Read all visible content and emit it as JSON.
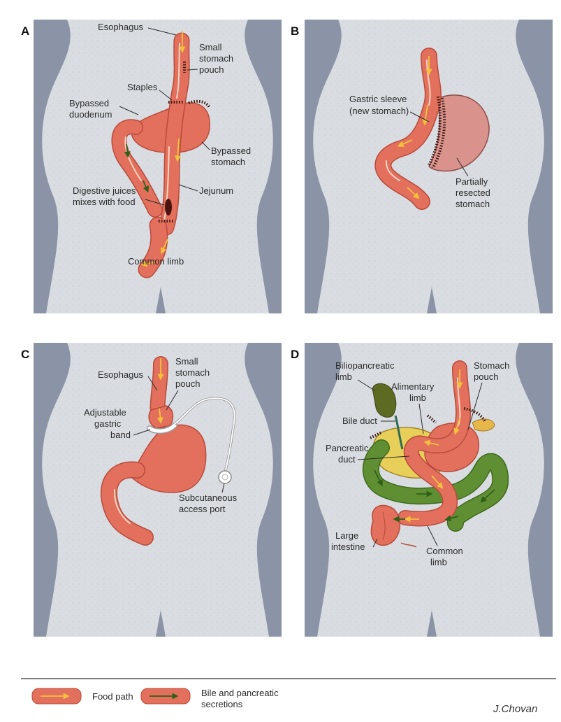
{
  "panels": {
    "a": {
      "letter": "A",
      "labels": {
        "esophagus": "Esophagus",
        "pouch_1": "Small",
        "pouch_2": "stomach",
        "pouch_3": "pouch",
        "staples": "Staples",
        "duodenum_1": "Bypassed",
        "duodenum_2": "duodenum",
        "bypassed_stomach_1": "Bypassed",
        "bypassed_stomach_2": "stomach",
        "juices_1": "Digestive juices",
        "juices_2": "mixes with food",
        "jejunum": "Jejunum",
        "common_limb": "Common limb"
      }
    },
    "b": {
      "letter": "B",
      "labels": {
        "sleeve_1": "Gastric sleeve",
        "sleeve_2": "(new stomach)",
        "resected_1": "Partially",
        "resected_2": "resected",
        "resected_3": "stomach"
      }
    },
    "c": {
      "letter": "C",
      "labels": {
        "esophagus": "Esophagus",
        "pouch_1": "Small",
        "pouch_2": "stomach",
        "pouch_3": "pouch",
        "band_1": "Adjustable",
        "band_2": "gastric",
        "band_3": "band",
        "port_1": "Subcutaneous",
        "port_2": "access port"
      }
    },
    "d": {
      "letter": "D",
      "labels": {
        "bilio_1": "Biliopancreatic",
        "bilio_2": "limb",
        "alimentary_1": "Alimentary",
        "alimentary_2": "limb",
        "stomach_pouch_1": "Stomach",
        "stomach_pouch_2": "pouch",
        "bile_duct": "Bile duct",
        "pancreatic_1": "Pancreatic",
        "pancreatic_2": "duct",
        "large_intestine_1": "Large",
        "large_intestine_2": "intestine",
        "common_limb_1": "Common",
        "common_limb_2": "limb"
      }
    }
  },
  "legend": {
    "food_path": "Food path",
    "bile_1": "Bile and pancreatic",
    "bile_2": "secretions"
  },
  "signature": "J.Chovan",
  "colors": {
    "tissue": "#e3705c",
    "tissue_dark": "#b84a3a",
    "resected_stomach": "#d9928c",
    "biliary_limb": "#5f8f32",
    "pancreas": "#e8cf5a",
    "gallbladder": "#5c6a22",
    "body": "#d9dde2",
    "background": "#8b93a6",
    "food_arrow": "#f2c33a",
    "bile_arrow": "#2f5f18"
  }
}
